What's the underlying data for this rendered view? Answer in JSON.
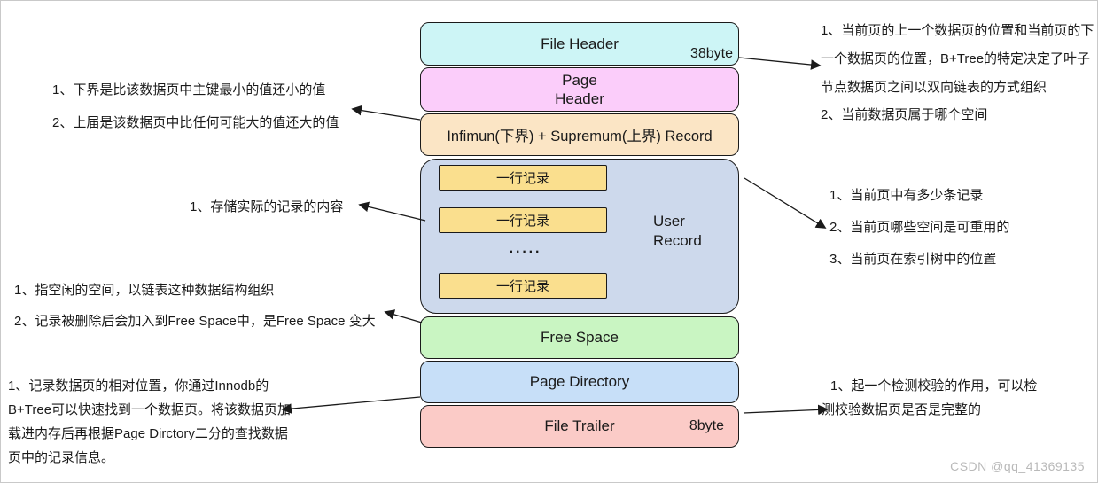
{
  "colors": {
    "file_header": "#cdf5f6",
    "page_header": "#fbcdfa",
    "infimum": "#fbe5c5",
    "user_record": "#cdd9ec",
    "row_record": "#fadf8e",
    "free_space": "#c9f5c2",
    "page_directory": "#c7dff8",
    "file_trailer": "#fbcbc7"
  },
  "stack": {
    "file_header": {
      "label": "File Header",
      "size": "38byte"
    },
    "page_header": {
      "label_line1": "Page",
      "label_line2": "Header"
    },
    "infimum_supremum": {
      "label": "Infimun(下界) + Supremum(上界) Record"
    },
    "user_record": {
      "label_line1": "User",
      "label_line2": "Record",
      "rows": [
        "一行记录",
        "一行记录",
        "一行记录"
      ],
      "ellipsis": "·····"
    },
    "free_space": {
      "label": "Free Space"
    },
    "page_directory": {
      "label": "Page Directory"
    },
    "file_trailer": {
      "label": "File Trailer",
      "size": "8byte"
    }
  },
  "annotations": {
    "left_top": [
      "1、下界是比该数据页中主键最小的值还小的值",
      "2、上届是该数据页中比任何可能大的值还大的值"
    ],
    "left_middle": [
      "1、存储实际的记录的内容"
    ],
    "left_lower": [
      "1、指空闲的空间，以链表这种数据结构组织",
      "2、记录被删除后会加入到Free Space中，是Free Space 变大"
    ],
    "left_bottom": [
      "1、记录数据页的相对位置，你通过Innodb的",
      "B+Tree可以快速找到一个数据页。将该数据页加",
      "载进内存后再根据Page Dirctory二分的查找数据",
      "页中的记录信息。"
    ],
    "right_top": [
      "1、当前页的上一个数据页的位置和当前页的下",
      "一个数据页的位置，B+Tree的特定决定了叶子",
      "节点数据页之间以双向链表的方式组织",
      "2、当前数据页属于哪个空间"
    ],
    "right_middle": [
      "1、当前页中有多少条记录",
      "2、当前页哪些空间是可重用的",
      "3、当前页在索引树中的位置"
    ],
    "right_bottom": [
      "1、起一个检测校验的作用，可以检",
      "测校验数据页是否是完整的"
    ]
  },
  "watermark": "CSDN @qq_41369135"
}
